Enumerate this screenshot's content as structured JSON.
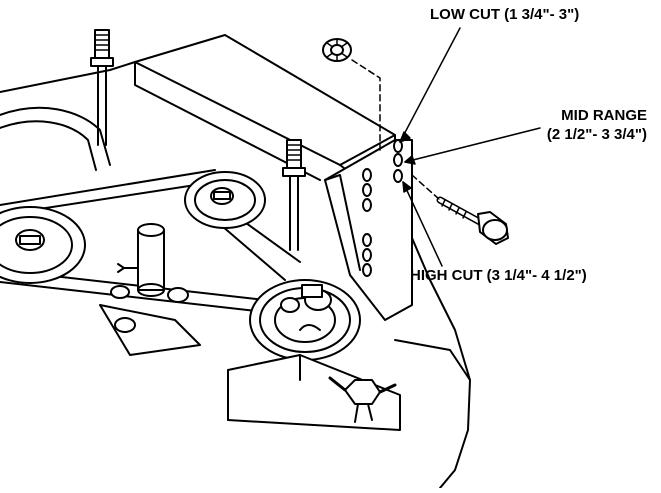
{
  "callouts": {
    "low_cut": "LOW CUT (1 3/4\"- 3\")",
    "mid_range_line1": "MID RANGE",
    "mid_range_line2": "(2 1/2\"- 3 3/4\")",
    "high_cut": "HIGH CUT (3 1/4\"- 4 1/2\")"
  },
  "colors": {
    "ink": "#000000",
    "paper": "#ffffff"
  }
}
